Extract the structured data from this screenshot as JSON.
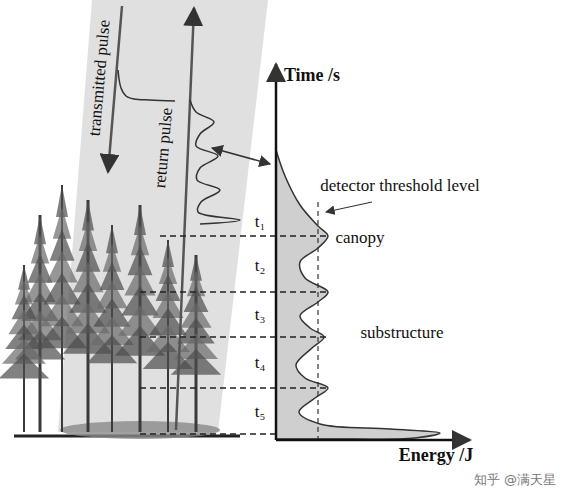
{
  "diagram": {
    "labels": [
      "transmitted pulse",
      "return pulse",
      "Time /s",
      "detector threshold level",
      "t₁",
      "canopy",
      "t₂",
      "t₃",
      "substructure",
      "t₄",
      "t₅",
      "Energy /J",
      "知乎 @满天星"
    ]
  }
}
